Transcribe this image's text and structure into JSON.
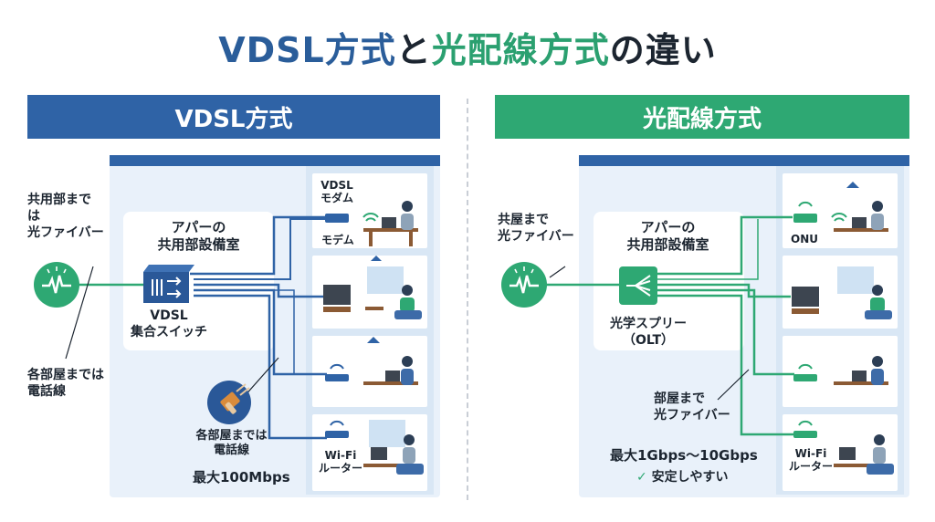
{
  "title": {
    "part1": "VDSL方式",
    "part2": "と",
    "part3": "光配線方式",
    "part4": "の違い"
  },
  "colors": {
    "vdsl": "#2f63a6",
    "fiber": "#2ea873"
  },
  "vdsl": {
    "banner": "VDSL方式",
    "incoming_label": "共用部まで\nは\n光ファイバー",
    "phone_line_label": "各部屋までは\n電話線",
    "room_label": "アパーの\n共用部設備室",
    "switch_label": "VDSL\n集合スイッチ",
    "plug_label": "各部屋までは\n電話線",
    "speed": "最大100Mbps",
    "modem_label_top": "VDSL\nモダム",
    "modem_label_bottom": "モデム",
    "router_label": "Wi-Fi\nルーター"
  },
  "fiber": {
    "banner": "光配線方式",
    "incoming_label": "共屋まで\n光ファイバー",
    "room_label": "アパーの\n共用部設備室",
    "splitter_label": "光学スプリー\n（OLT）",
    "to_rooms_label": "部屋まで\n光ファイバー",
    "onu_label": "ONU",
    "router_label": "Wi-Fi\nルーター",
    "speed": "最大1Gbps〜10Gbps",
    "stable": "安定しやすい"
  }
}
